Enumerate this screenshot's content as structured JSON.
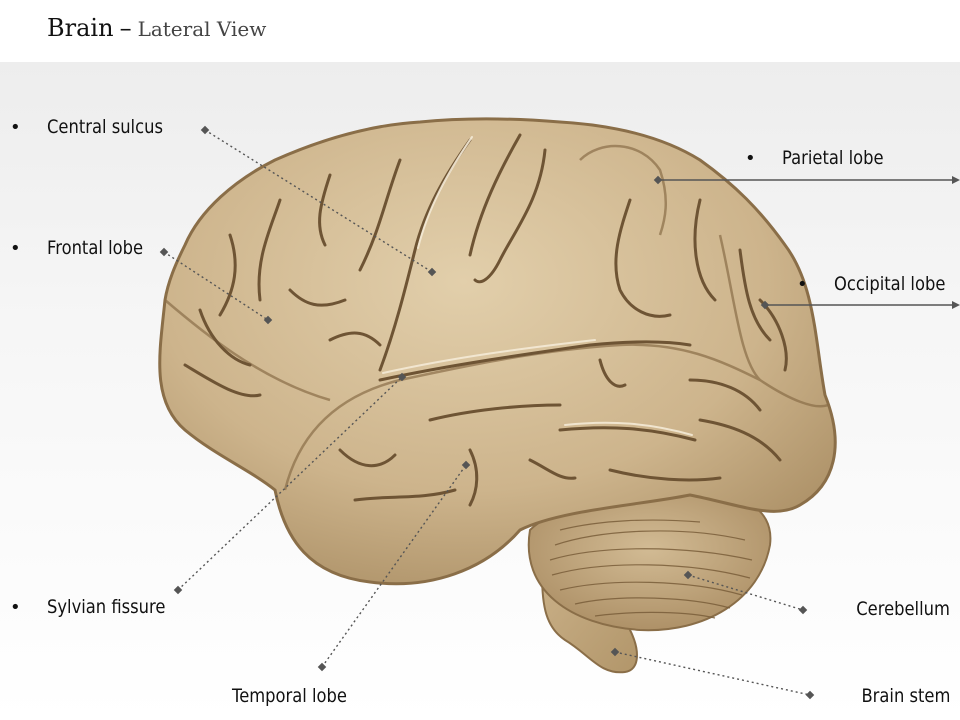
{
  "header": {
    "title": "Brain",
    "separator": "–",
    "subtitle": "Lateral View"
  },
  "labels": {
    "central_sulcus": "Central sulcus",
    "frontal_lobe": "Frontal lobe",
    "sylvian_fissure": "Sylvian fissure",
    "temporal_lobe": "Temporal lobe",
    "parietal_lobe": "Parietal lobe",
    "occipital_lobe": "Occipital lobe",
    "cerebellum": "Cerebellum",
    "brain_stem": "Brain stem"
  },
  "colors": {
    "brain_fill": "#c8b088",
    "brain_light": "#dcc8a4",
    "brain_shadow": "#8a6e48",
    "sulcus": "#6e5434",
    "leader_line": "#555555"
  }
}
